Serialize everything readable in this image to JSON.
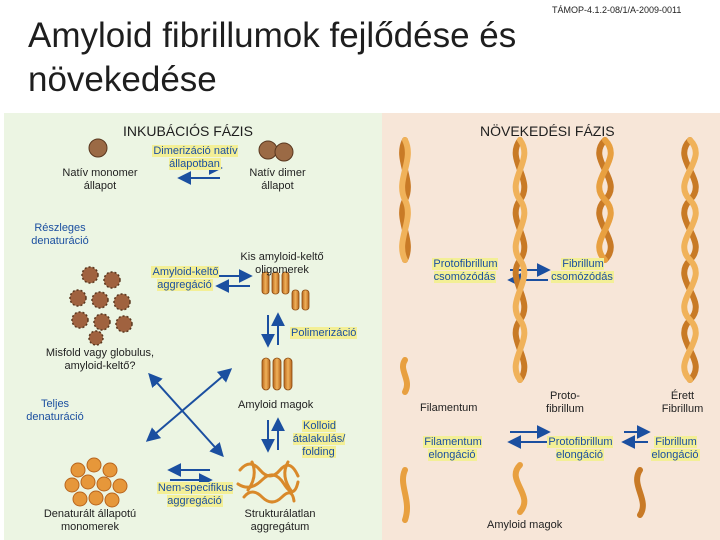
{
  "title": "Amyloid fibrillumok fejlődése és növekedése",
  "project_code": "TÁMOP-4.1.2-08/1/A-2009-0011",
  "left_panel": {
    "header": "INKUBÁCIÓS FÁZIS",
    "native_monomer": "Natív monomer állapot",
    "dimerization": "Dimerizáció natív állapotban",
    "native_dimer": "Natív dimer állapot",
    "partial_denaturation": "Részleges denaturáció",
    "small_oligomers": "Kis amyloid-keltő oligomerek",
    "amyloid_aggregation": "Amyloid-keltő aggregáció",
    "misfold": "Misfold vagy globulus, amyloid-keltő?",
    "full_denaturation": "Teljes denaturáció",
    "amyloid_seeds": "Amyloid magok",
    "colloid": "Kolloid átalakulás/ folding",
    "denatured_monomers": "Denaturált állapotú monomerek",
    "nonspecific_aggregation": "Nem-specifikus aggregáció",
    "unstructured_aggregate": "Strukturálatlan aggregátum"
  },
  "middle": {
    "polymerization": "Polimerizáció"
  },
  "right_panel": {
    "header": "NÖVEKEDÉSI FÁZIS",
    "protofibril_bundling": "Protofibrillum csomózódás",
    "fibril_bundling": "Fibrillum csomózódás",
    "filament": "Filamentum",
    "protofibril": "Proto- fibrillum",
    "mature_fibril": "Érett Fibrillum",
    "filament_elongation": "Filamentum elongáció",
    "protofibril_elongation": "Protofibrillum elongáció",
    "fibril_elongation": "Fibrillum elongáció",
    "amyloid_seeds_bottom": "Amyloid magok"
  },
  "colors": {
    "arrow_blue": "#1b4fa0",
    "highlight_yellow": "#f3ef96",
    "strand_orange": "#d9892a",
    "blob_brown": "#8a5a3a",
    "seed_orange": "#e6a03a"
  }
}
